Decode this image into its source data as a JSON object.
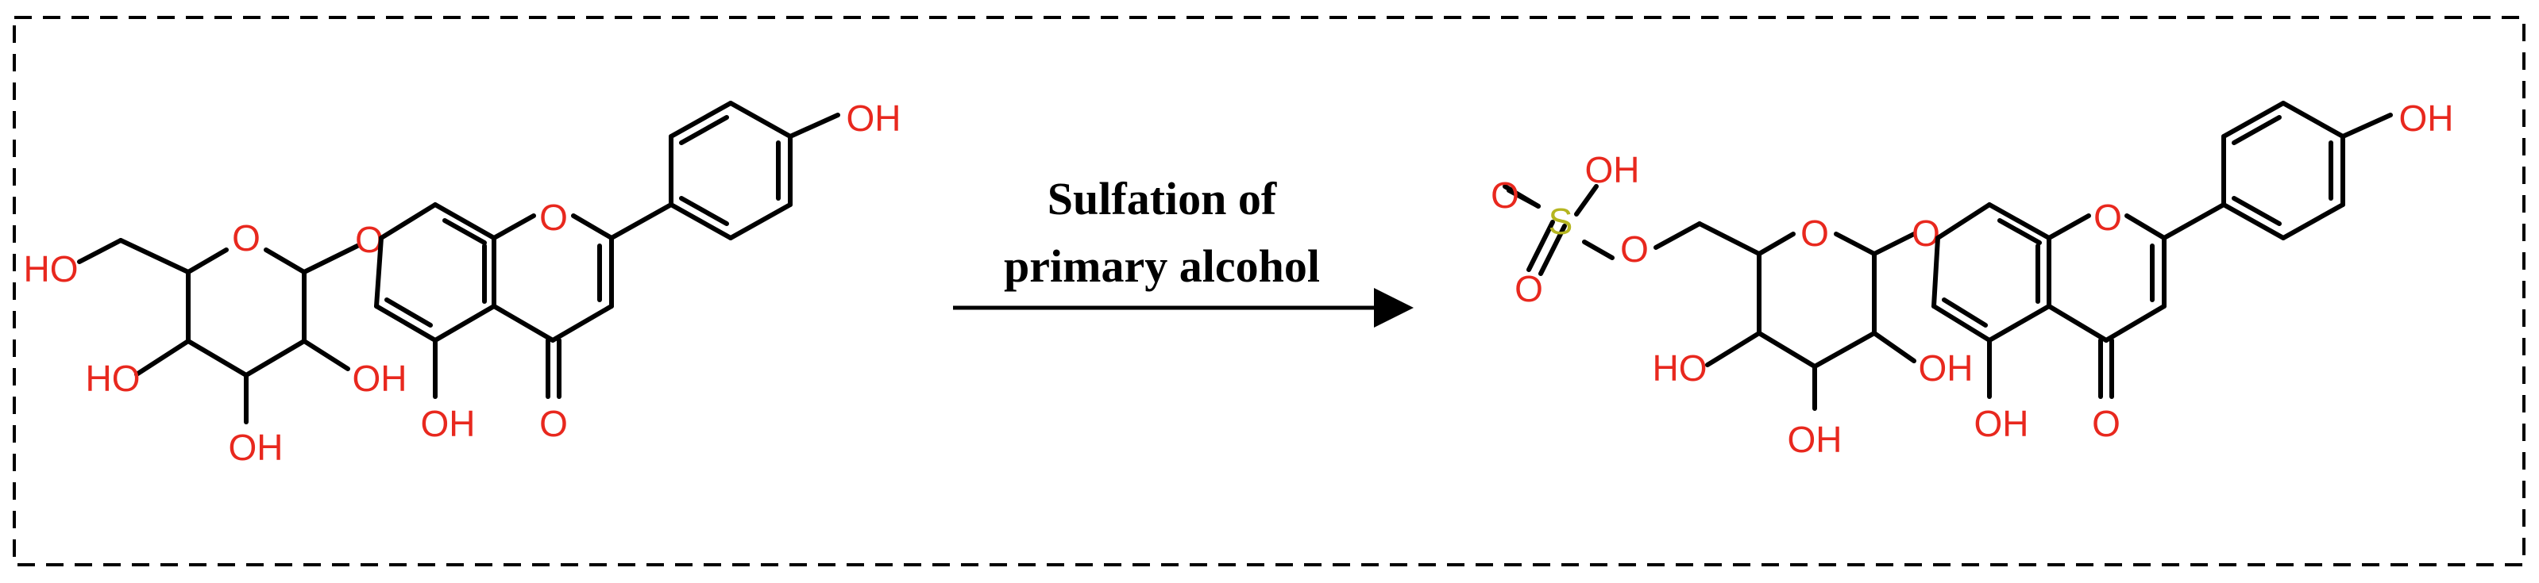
{
  "reaction": {
    "label_line1": "Sulfation of",
    "label_line2": "primary alcohol"
  },
  "atoms": {
    "ring_oxygen": "O",
    "hydroxyl_right": "OH",
    "hydroxyl_left": "HO",
    "carbonyl_oxygen": "O",
    "sulfur": "S"
  },
  "colors": {
    "bond": "#000000",
    "oxygen": "#e8281e",
    "sulfur": "#b5b520",
    "frame": "#000000"
  }
}
